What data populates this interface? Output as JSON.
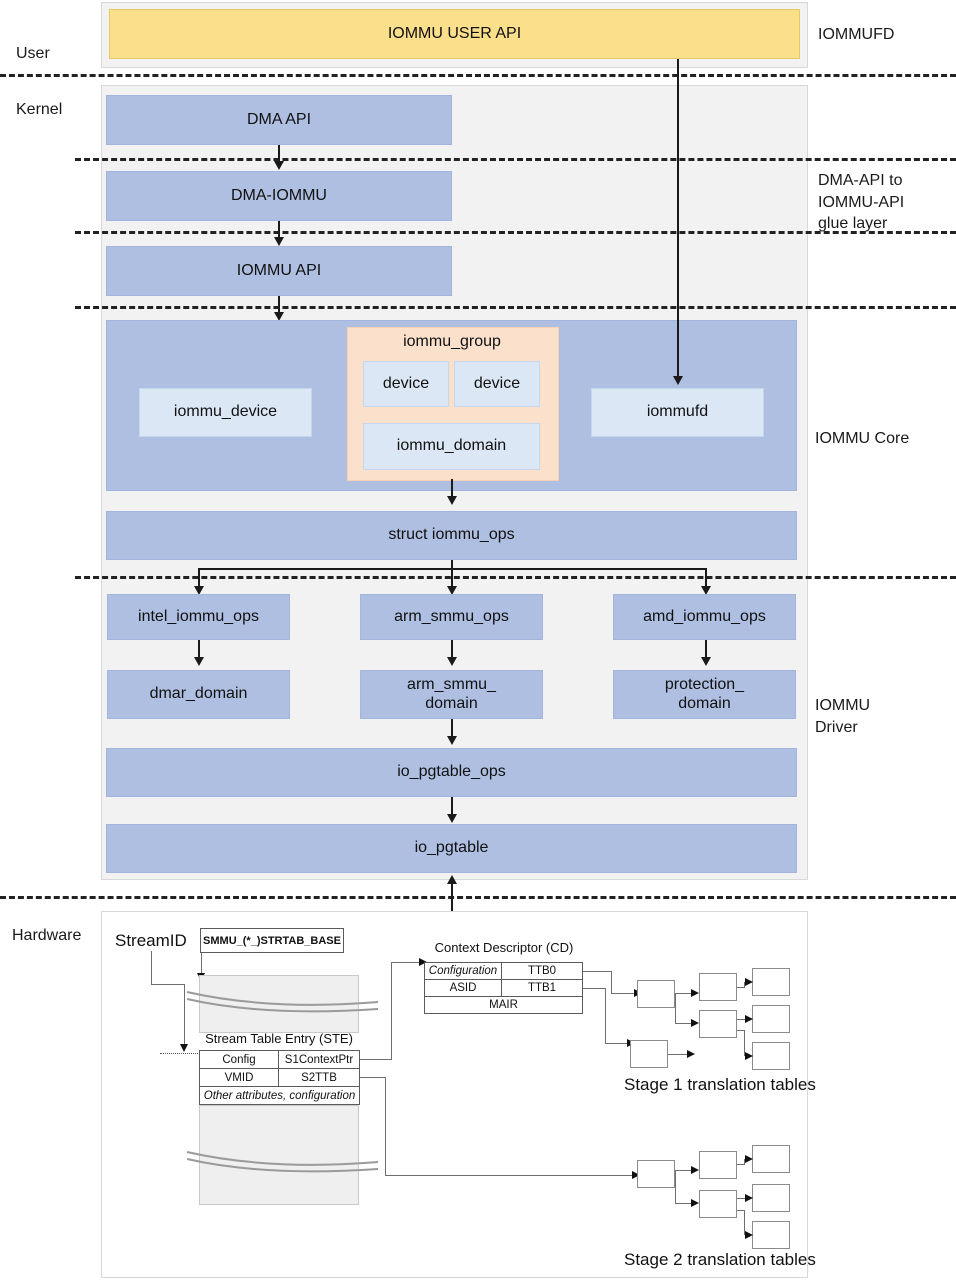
{
  "zones": {
    "left": [
      {
        "id": "user",
        "label": "User"
      },
      {
        "id": "kernel",
        "label": "Kernel"
      },
      {
        "id": "hardware",
        "label": "Hardware"
      }
    ],
    "right": [
      {
        "id": "iommufd",
        "label": "IOMMUFD"
      },
      {
        "id": "glue",
        "label": "DMA-API to IOMMU-API glue layer"
      },
      {
        "id": "core",
        "label": "IOMMU Core"
      },
      {
        "id": "driver",
        "label": "IOMMU Driver"
      }
    ]
  },
  "user_layer": {
    "api_box": "IOMMU USER API"
  },
  "kernel_layer": {
    "dma_api": "DMA API",
    "dma_iommu": "DMA-IOMMU",
    "iommu_api": "IOMMU API"
  },
  "iommu_core": {
    "iommu_device": "iommu_device",
    "group_title": "iommu_group",
    "device_1": "device",
    "device_2": "device",
    "iommu_domain": "iommu_domain",
    "iommufd": "iommufd",
    "iommu_ops": "struct iommu_ops"
  },
  "iommu_driver": {
    "ops": [
      "intel_iommu_ops",
      "arm_smmu_ops",
      "amd_iommu_ops"
    ],
    "domains": [
      "dmar_domain",
      "arm_smmu_\ndomain",
      "protection_\ndomain"
    ],
    "domain_lines": [
      [
        "dmar_domain"
      ],
      [
        "arm_smmu_",
        "domain"
      ],
      [
        "protection_",
        "domain"
      ]
    ],
    "io_pgtable_ops": "io_pgtable_ops",
    "io_pgtable": "io_pgtable"
  },
  "hardware": {
    "stream_id": "StreamID",
    "strtab_base_reg": "SMMU_(*_)STRTAB_BASE",
    "ste_title": "Stream Table Entry (STE)",
    "ste_rows": [
      {
        "left": "Config",
        "right": "S1ContextPtr",
        "italic": false
      },
      {
        "left": "VMID",
        "right": "S2TTB",
        "italic": false
      }
    ],
    "ste_other": "Other attributes, configuration",
    "cd_title": "Context Descriptor (CD)",
    "cd_rows": [
      {
        "left": "Configuration",
        "right": "TTB0",
        "left_italic": true
      },
      {
        "left": "ASID",
        "right": "TTB1",
        "left_italic": false
      }
    ],
    "cd_full_row": "MAIR",
    "stage1_label": "Stage 1 translation tables",
    "stage2_label": "Stage 2 translation tables"
  },
  "colors": {
    "yellow": "#fbdf8b",
    "blue": "#aebfe2",
    "light_blue": "#dbe7f5",
    "peach": "#fbe0cb",
    "panel_grey": "#f2f2f2",
    "line": "#1a1a1a"
  }
}
